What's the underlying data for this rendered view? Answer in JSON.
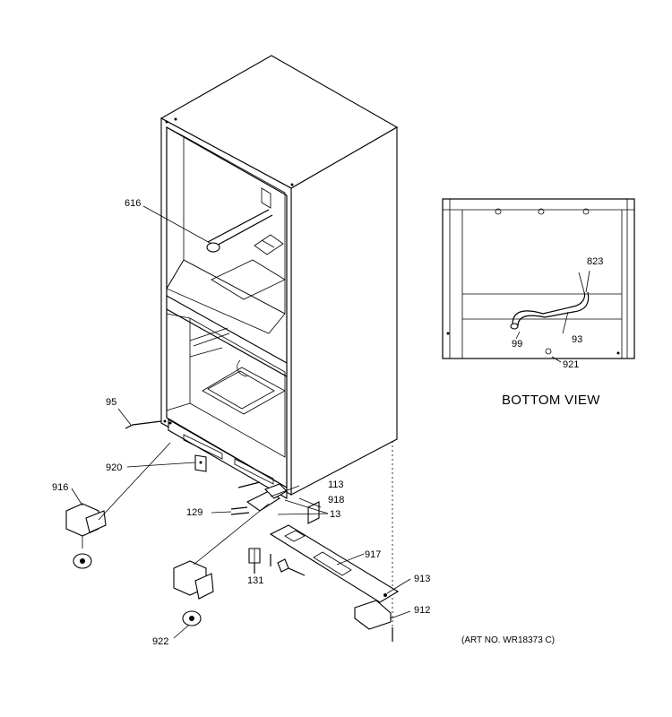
{
  "labels": {
    "p616": "616",
    "p95": "95",
    "p920": "920",
    "p916": "916",
    "p113": "113",
    "p918": "918",
    "p129": "129",
    "p13": "13",
    "p917": "917",
    "p131": "131",
    "p913": "913",
    "p912": "912",
    "p922": "922",
    "p823": "823",
    "p99": "99",
    "p93": "93",
    "p921": "921"
  },
  "bottom_view_title": "BOTTOM VIEW",
  "art_number": "(ART NO. WR18373 C)"
}
